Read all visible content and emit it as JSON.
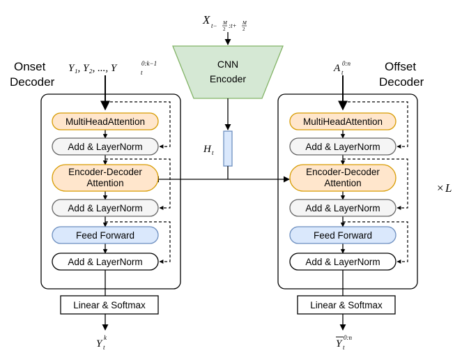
{
  "top_input": {
    "base": "X",
    "sub": "t−",
    "frac1_num": "M",
    "frac1_den": "2",
    "mid": ":t+",
    "frac2_num": "M",
    "frac2_den": "2"
  },
  "cnn": {
    "line1": "CNN",
    "line2": "Encoder"
  },
  "hidden": {
    "base": "H",
    "sub": "t"
  },
  "onset": {
    "title_line1": "Onset",
    "title_line2": "Decoder",
    "input_text": "Y₁, Y₂, ..., Y",
    "input_sub": "t",
    "input_sup": "0:k−1",
    "blocks": [
      "MultiHeadAttention",
      "Add & LayerNorm",
      "Encoder-Decoder",
      "Attention",
      "Add & LayerNorm",
      "Feed Forward",
      "Add & LayerNorm"
    ],
    "linear": "Linear & Softmax",
    "output_base": "Y",
    "output_sub": "t",
    "output_sup": "k"
  },
  "offset": {
    "title_line1": "Offset",
    "title_line2": "Decoder",
    "input_base": "A",
    "input_sub": "t",
    "input_sup": "0:n",
    "blocks": [
      "MultiHeadAttention",
      "Add & LayerNorm",
      "Encoder-Decoder",
      "Attention",
      "Add & LayerNorm",
      "Feed Forward",
      "Add & LayerNorm"
    ],
    "linear": "Linear & Softmax",
    "output_base": "Y",
    "output_sub": "t",
    "output_sup": "0:n"
  },
  "repeat": {
    "prefix": "×",
    "var": "L"
  },
  "colors": {
    "orange_fill": "#ffe6cc",
    "orange_stroke": "#d79b00",
    "gray_fill": "#f5f5f5",
    "gray_stroke": "#666666",
    "blue_fill": "#dae8fc",
    "blue_stroke": "#6c8ebf",
    "green_fill": "#d5e8d4",
    "green_stroke": "#82b366"
  }
}
